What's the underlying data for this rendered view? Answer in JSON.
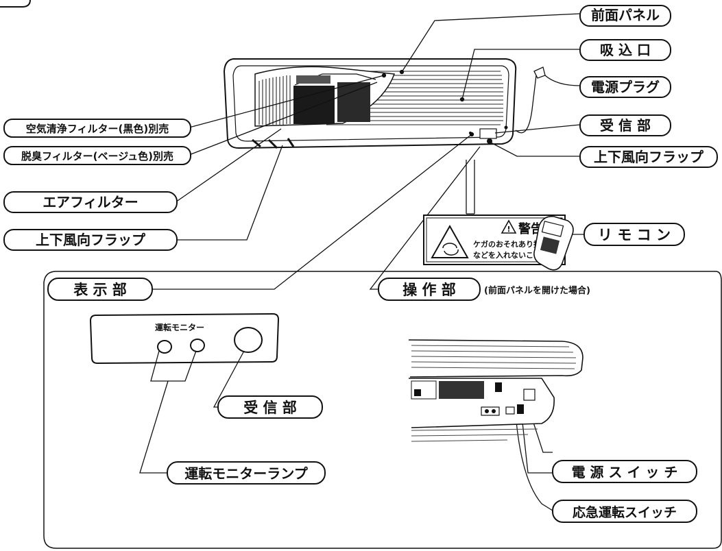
{
  "labels": {
    "front_panel": "前面パネル",
    "intake": "吸 込 口",
    "power_plug": "電源プラグ",
    "receiver_top": "受 信 部",
    "flap_right": "上下風向フラップ",
    "air_purify_filter": "空気清浄フィルター(黒色)別売",
    "deodorize_filter": "脱臭フィルター(ベージュ色)別売",
    "air_filter": "エアフィルター",
    "flap_left": "上下風向フラップ",
    "remote": "リ モ コ ン",
    "display": "表 示 部",
    "operation": "操 作 部",
    "operation_note": "(前面パネルを開けた場合)",
    "monitor_title": "運転モニター",
    "receiver_detail": "受 信 部",
    "monitor_lamp": "運転モニターランプ",
    "power_switch": "電 源 ス イ ッ チ",
    "emergency_switch": "応急運転スイッチ"
  },
  "warning": {
    "title": "警告",
    "line1": "ケガのおそれあり指",
    "line2": "などを入れないこと"
  }
}
